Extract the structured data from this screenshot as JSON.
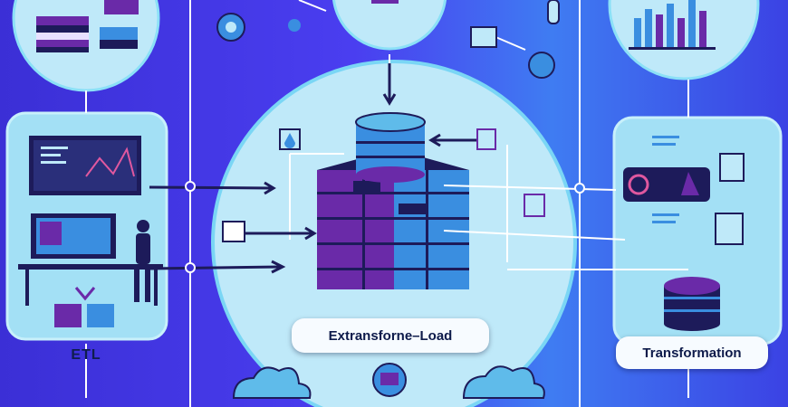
{
  "labels": {
    "etl": "ETL",
    "center": "Extransforne–Load",
    "right": "Transformation"
  },
  "colors": {
    "background_left": "#3b2fd6",
    "background_right": "#3f7cf2",
    "panel": "#9fdcf3",
    "center_circle": "#bde9f8",
    "purple": "#6a2aa8",
    "blue": "#3a8ee0",
    "navy": "#1d1b5a"
  },
  "icons": [
    "server-stack-icon",
    "bar-chart-icon",
    "gear-icon",
    "workstation-icon",
    "person-icon",
    "database-icon",
    "cloud-icon",
    "clipboard-icon",
    "arrow-icon",
    "drop-icon"
  ]
}
